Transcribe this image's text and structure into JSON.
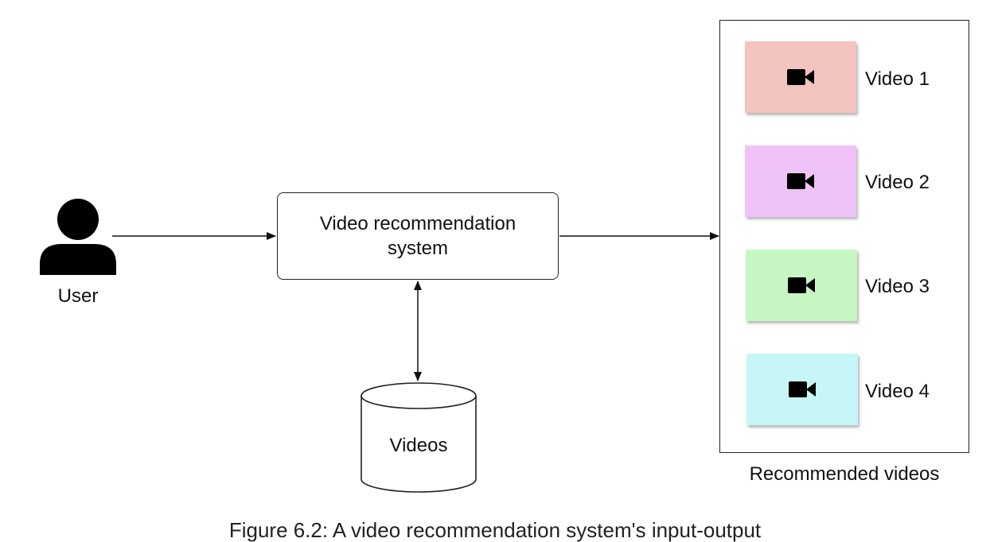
{
  "user": {
    "label": "User",
    "icon": "user-icon"
  },
  "system": {
    "label": "Video recommendation system"
  },
  "database": {
    "label": "Videos",
    "icon": "database-cylinder-icon"
  },
  "recommended": {
    "label": "Recommended videos",
    "videos": [
      {
        "label": "Video 1",
        "color": "#f2c4bf",
        "icon": "video-camera-icon"
      },
      {
        "label": "Video 2",
        "color": "#f0c3f8",
        "icon": "video-camera-icon"
      },
      {
        "label": "Video 3",
        "color": "#c6f7c3",
        "icon": "video-camera-icon"
      },
      {
        "label": "Video 4",
        "color": "#c6f6f7",
        "icon": "video-camera-icon"
      }
    ]
  },
  "caption": "Figure 6.2: A video recommendation system's input-output"
}
